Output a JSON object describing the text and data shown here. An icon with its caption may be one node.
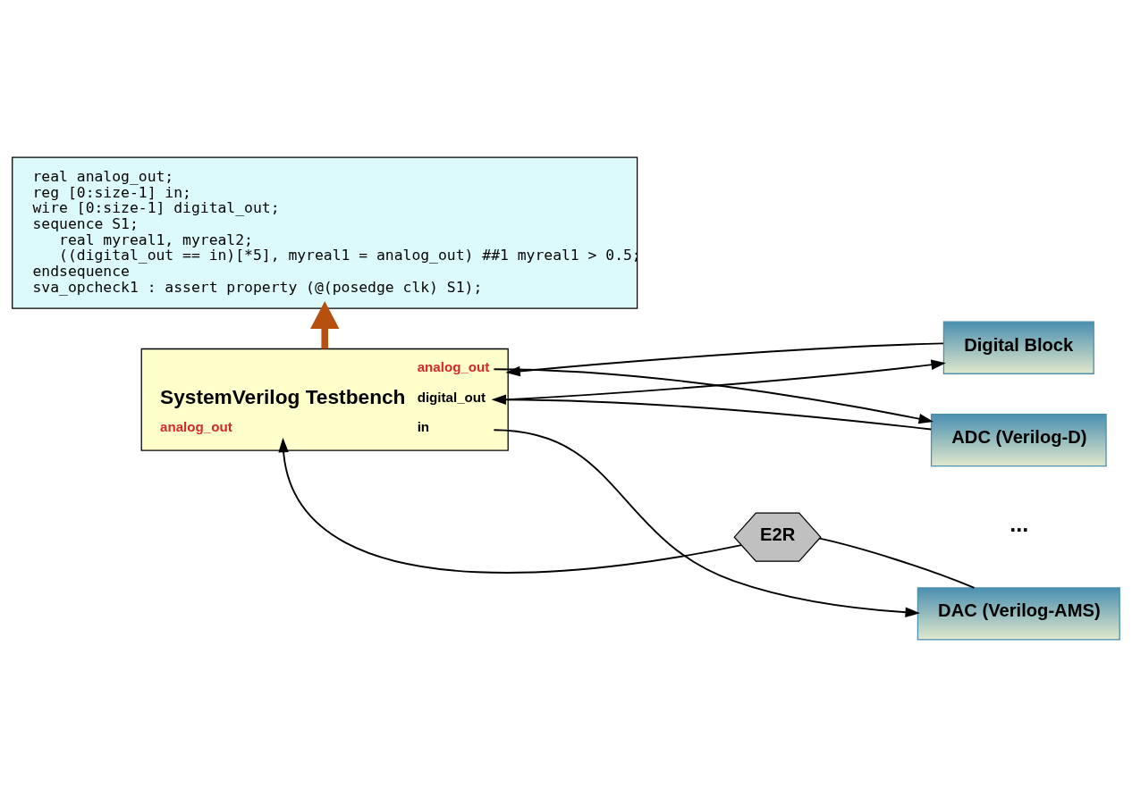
{
  "diagram": {
    "nodes": [
      {
        "text": [
          "SystemVerilog Testbench",
          "analog_out",
          "digital_out",
          "analog_out",
          "in"
        ]
      },
      {
        "text": [
          "Digital Block"
        ]
      },
      {
        "text": [
          "ADC (Verilog-D)"
        ]
      },
      {
        "text": [
          "DAC (Verilog-AMS)"
        ]
      },
      {
        "text": [
          "E2R"
        ]
      },
      {
        "text": [
          "real analog_out;",
          "reg [0:size-1] in;",
          "wire [0:size-1] digital_out;",
          "sequence S1;",
          "   real myreal1, myreal2;",
          "   ((digital_out == in)[*5], myreal1 = analog_out) ##1 myreal1 > 0.5;",
          "endsequence",
          "sva_opcheck1 : assert property (@(posedge clk) S1);"
        ]
      }
    ],
    "edges": [
      {
        "from": 0,
        "to": 1,
        "arrow": "to"
      },
      {
        "from": 1,
        "to": 0,
        "arrow": "to"
      },
      {
        "from": 0,
        "to": 2,
        "arrow": "to"
      },
      {
        "from": 2,
        "to": 0,
        "arrow": "to"
      },
      {
        "from": 0,
        "to": 3,
        "arrow": "to"
      },
      {
        "from": 3,
        "to": 4,
        "arrow": "none"
      },
      {
        "from": 4,
        "to": 0,
        "arrow": "to"
      },
      {
        "from": 0,
        "to": 5,
        "arrow": "to",
        "style": "thick",
        "color": "#b5500f"
      }
    ],
    "labels": [
      "..."
    ]
  }
}
